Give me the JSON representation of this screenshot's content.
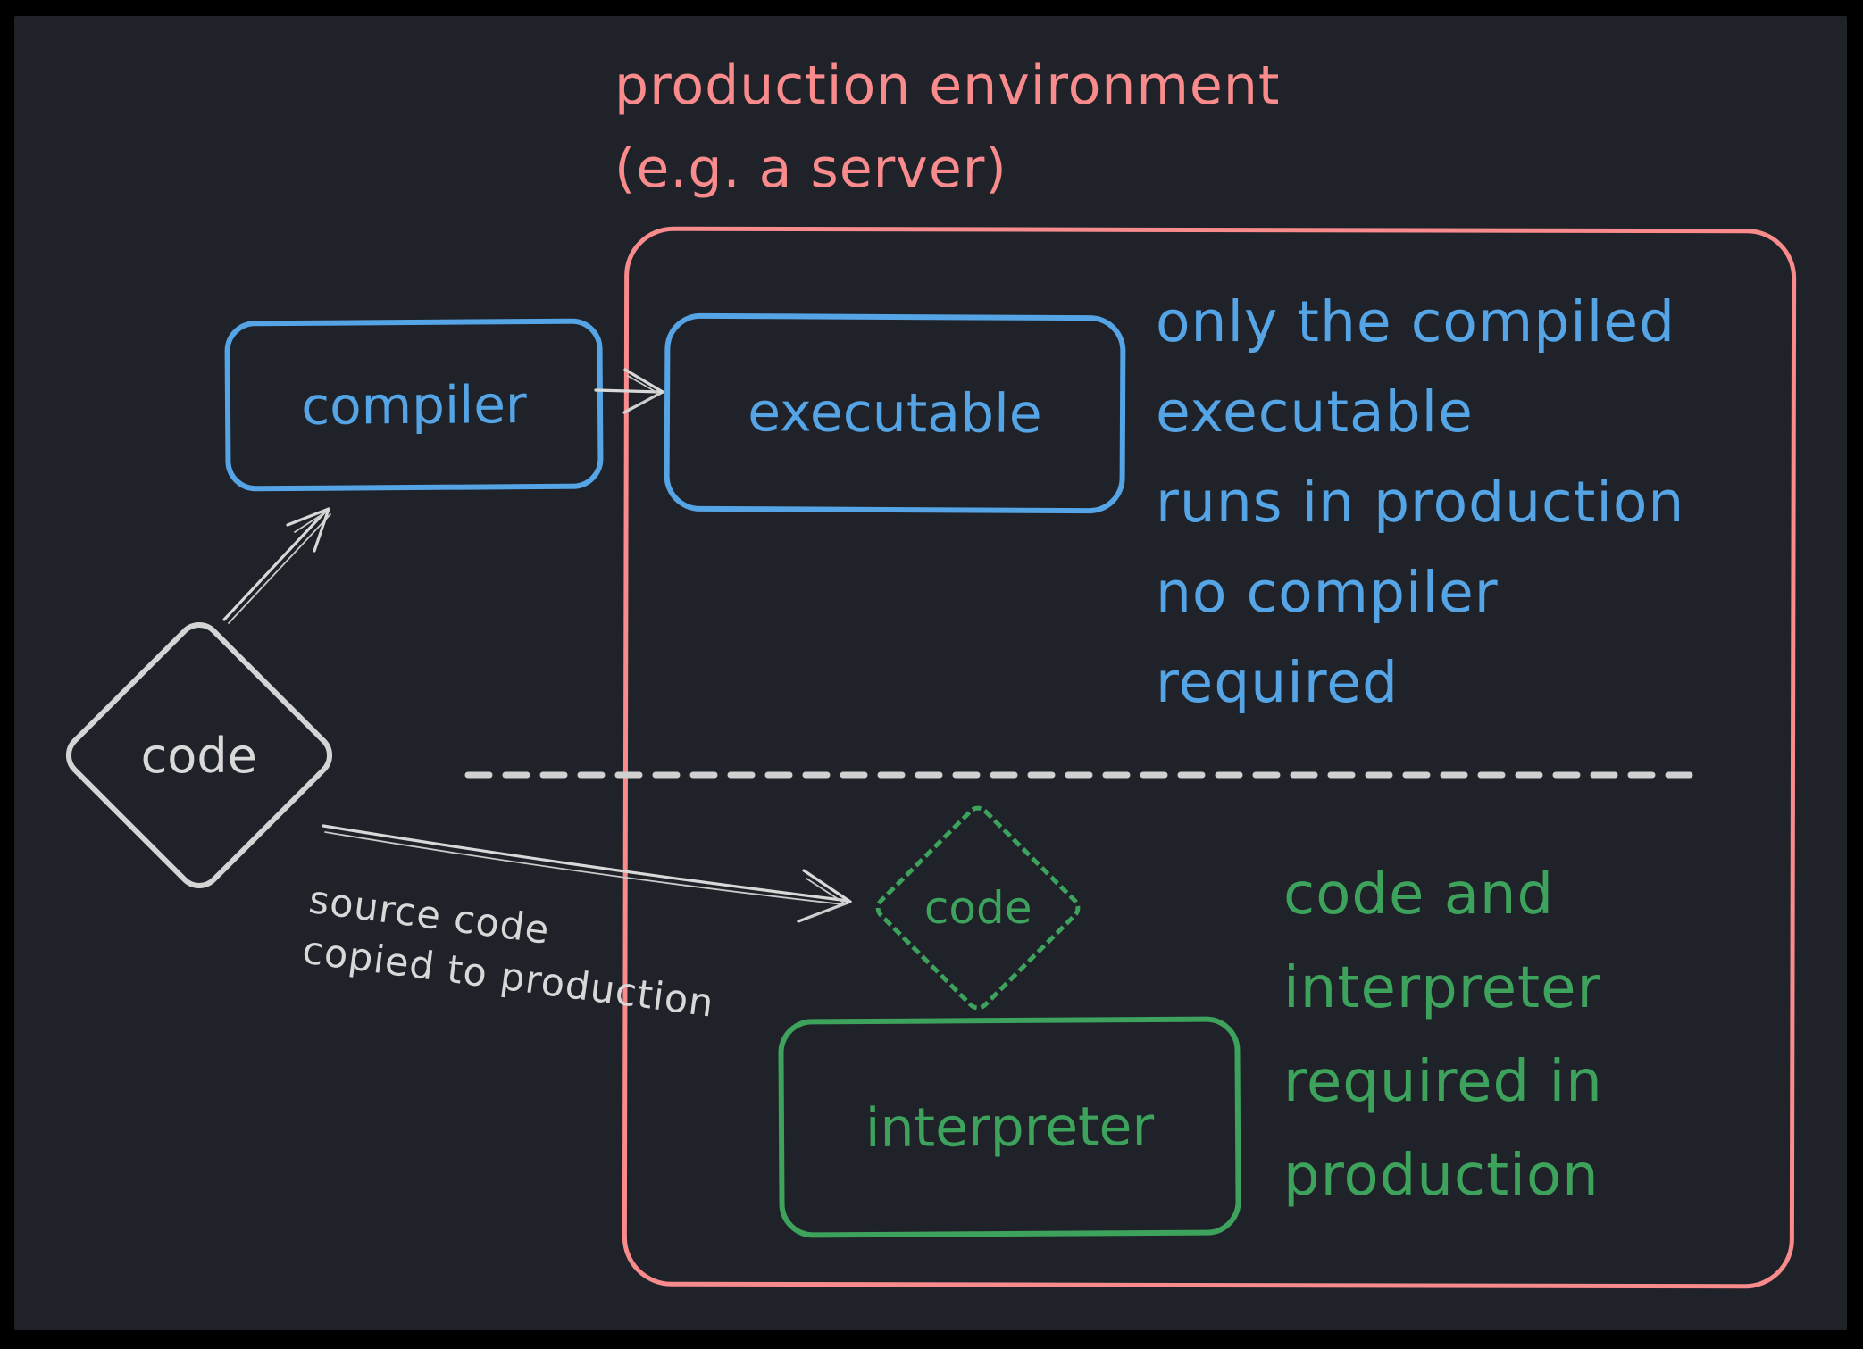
{
  "meta": {
    "description": "hand-drawn diagram comparing compiled vs interpreted code deployment",
    "background": "#1f2228",
    "frame_color": "#000000"
  },
  "colors": {
    "salmon": "#f98b8d",
    "blue": "#55a4e6",
    "green": "#3da25c",
    "white_stroke": "#d8d8d8"
  },
  "title": {
    "line1": "production environment",
    "line2": "(e.g. a server)"
  },
  "nodes": {
    "compiler": "compiler",
    "executable": "executable",
    "code_source": "code",
    "code_prod": "code",
    "interpreter": "interpreter"
  },
  "notes": {
    "compiled": [
      "only the compiled",
      "executable",
      "runs in production",
      "no compiler",
      "required"
    ],
    "interpreted": [
      "code and",
      "interpreter",
      "required in",
      "production"
    ]
  },
  "arrow_label": {
    "line1": "source code",
    "line2": "copied to production"
  },
  "icons": {
    "arrow_code_to_compiler": "arrow-up-right",
    "arrow_compiler_to_executable": "arrow-right",
    "arrow_code_to_prod_code": "arrow-right-long",
    "divider": "dashed-horizontal-line"
  }
}
